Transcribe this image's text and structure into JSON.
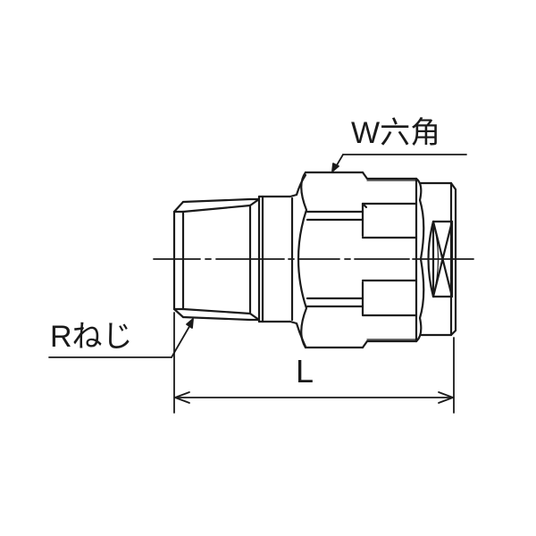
{
  "drawing": {
    "subject": "Threaded adapter fitting (side view)",
    "labels": {
      "hex": "W六角",
      "thread": "Rねじ",
      "length": "L"
    },
    "line_color": "#1a1a1a",
    "background": "#ffffff"
  }
}
